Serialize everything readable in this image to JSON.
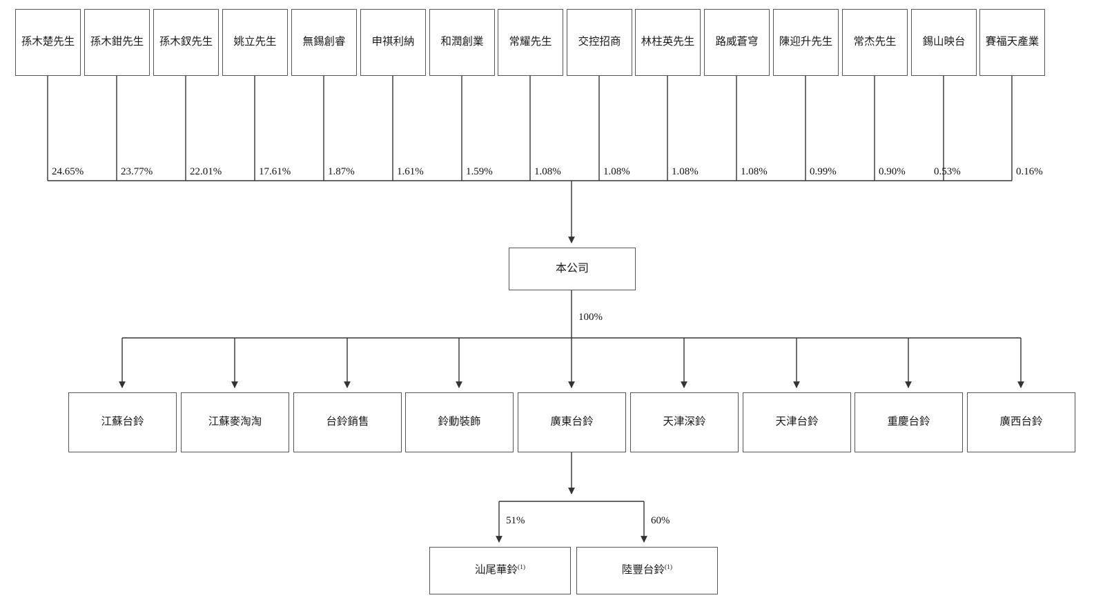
{
  "diagram": {
    "type": "organizational-ownership-chart",
    "shareholders": [
      {
        "label": "孫木楚先生",
        "pct": "24.65%"
      },
      {
        "label": "孫木鉗先生",
        "pct": "23.77%"
      },
      {
        "label": "孫木釵先生",
        "pct": "22.01%"
      },
      {
        "label": "姚立先生",
        "pct": "17.61%"
      },
      {
        "label": "無錫創睿",
        "pct": "1.87%"
      },
      {
        "label": "申祺利納",
        "pct": "1.61%"
      },
      {
        "label": "和潤創業",
        "pct": "1.59%"
      },
      {
        "label": "常耀先生",
        "pct": "1.08%"
      },
      {
        "label": "交控招商",
        "pct": "1.08%"
      },
      {
        "label": "林柱英先生",
        "pct": "1.08%"
      },
      {
        "label": "路威蒼穹",
        "pct": "1.08%"
      },
      {
        "label": "陳迎升先生",
        "pct": "0.99%"
      },
      {
        "label": "常杰先生",
        "pct": "0.90%"
      },
      {
        "label": "錫山映台",
        "pct": "0.53%"
      },
      {
        "label": "賽福天產業",
        "pct": "0.16%"
      }
    ],
    "company": {
      "label": "本公司",
      "to_subsidiaries_pct": "100%"
    },
    "subsidiaries": [
      {
        "label": "江蘇台鈴"
      },
      {
        "label": "江蘇麥淘淘"
      },
      {
        "label": "台鈴銷售"
      },
      {
        "label": "鈴動裝飾"
      },
      {
        "label": "廣東台鈴"
      },
      {
        "label": "天津深鈴"
      },
      {
        "label": "天津台鈴"
      },
      {
        "label": "重慶台鈴"
      },
      {
        "label": "廣西台鈴"
      }
    ],
    "leaf_parent": "廣東台鈴",
    "leaves": [
      {
        "label": "汕尾華鈴",
        "note": "(1)",
        "pct": "51%"
      },
      {
        "label": "陸豐台鈴",
        "note": "(1)",
        "pct": "60%"
      }
    ],
    "colors": {
      "box_border": "#555555",
      "line": "#333333",
      "text": "#1a1a1a",
      "background": "#ffffff"
    }
  }
}
